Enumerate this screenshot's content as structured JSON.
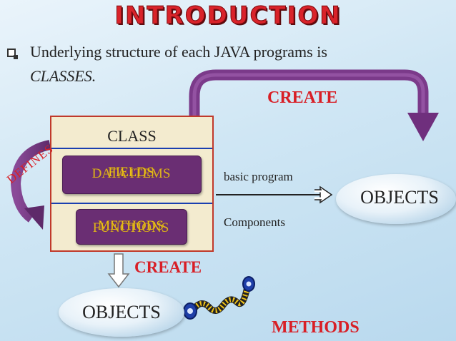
{
  "slide": {
    "title": "INTRODUCTION",
    "bullet": {
      "line1": "Underlying structure of each JAVA programs is",
      "line2": "CLASSES."
    }
  },
  "diagram": {
    "create_top": "CREATE",
    "create_bottom": "CREATE",
    "defines": "DEFINES",
    "methods": "METHODS",
    "class_label": "CLASS",
    "data_items_a": "FIELDS",
    "data_items_b": "DATA ITEMS",
    "functions_a": "METHODS",
    "functions_b": "FUNCTIONS",
    "basic_program": "basic program",
    "components": "Components",
    "objects_right": "OBJECTS",
    "objects_bottom": "OBJECTS"
  },
  "colors": {
    "title_red": "#d9232a",
    "label_red": "#d81f26",
    "class_fill": "#f3ebcf",
    "pill_purple": "#6a2e73",
    "arrow_purple": "#7b3a8a",
    "overlap_gold": "#f0c419"
  }
}
